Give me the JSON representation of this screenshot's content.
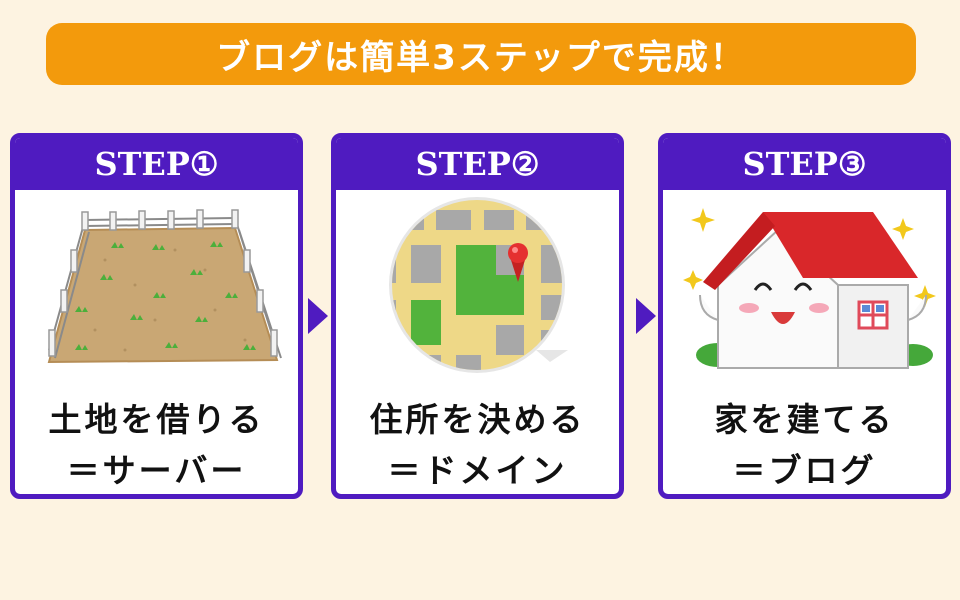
{
  "banner": {
    "title": "ブログは簡単3ステップで完成！"
  },
  "steps": [
    {
      "label": "STEP①",
      "line1": "土地を借りる",
      "line2": "＝サーバー"
    },
    {
      "label": "STEP②",
      "line1": "住所を決める",
      "line2": "＝ドメイン"
    },
    {
      "label": "STEP③",
      "line1": "家を建てる",
      "line2": "＝ブログ"
    }
  ],
  "colors": {
    "accent_orange": "#f39a0c",
    "accent_purple": "#4f1bc0",
    "background": "#fdf3e1"
  },
  "icons": [
    "fenced-field-icon",
    "map-pin-icon",
    "smiling-house-icon",
    "arrow-right-icon"
  ]
}
